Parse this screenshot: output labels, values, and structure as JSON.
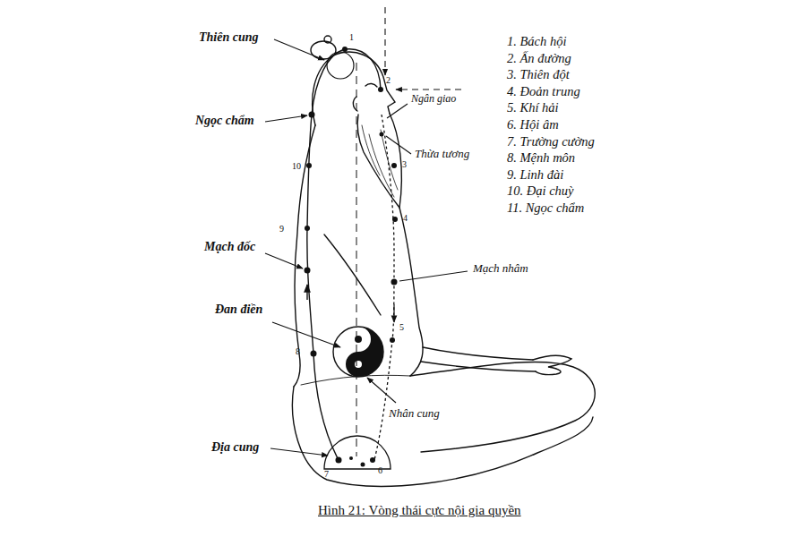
{
  "diagram": {
    "caption": "Hình 21: Vòng thái cực nội gia quyền",
    "labels": [
      "Thiên cung",
      "Ngọc chẩm",
      "Mạch đốc",
      "Đan điền",
      "Địa cung",
      "Nhân cung",
      "Mạch nhâm",
      "Ngân giao",
      "Thừa tương",
      "1",
      "2",
      "3",
      "4",
      "5",
      "6",
      "7",
      "8",
      "9",
      "10",
      "1. Bách hội",
      "2. Ấn đường",
      "3. Thiên đột",
      "4. Đoản trung",
      "5. Khí hải",
      "6. Hội âm",
      "7. Trường cường",
      "8. Mệnh môn",
      "9. Linh đài",
      "10. Đại chuỳ",
      "11. Ngọc chẩm"
    ]
  }
}
